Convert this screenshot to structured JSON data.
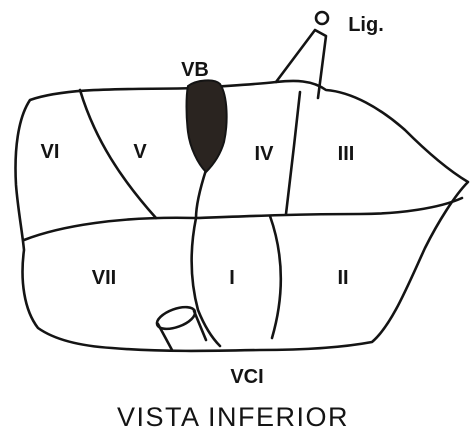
{
  "diagram": {
    "segments": {
      "I": "I",
      "II": "II",
      "III": "III",
      "IV": "IV",
      "V": "V",
      "VI": "VI",
      "VII": "VII"
    },
    "annotations": {
      "gallbladder": "VB",
      "ligament": "Lig.",
      "vena_cava": "VCI"
    },
    "caption": "VISTA INFERIOR",
    "colors": {
      "ink": "#141414",
      "gallbladder_fill": "#2a2420",
      "background": "#ffffff"
    }
  }
}
